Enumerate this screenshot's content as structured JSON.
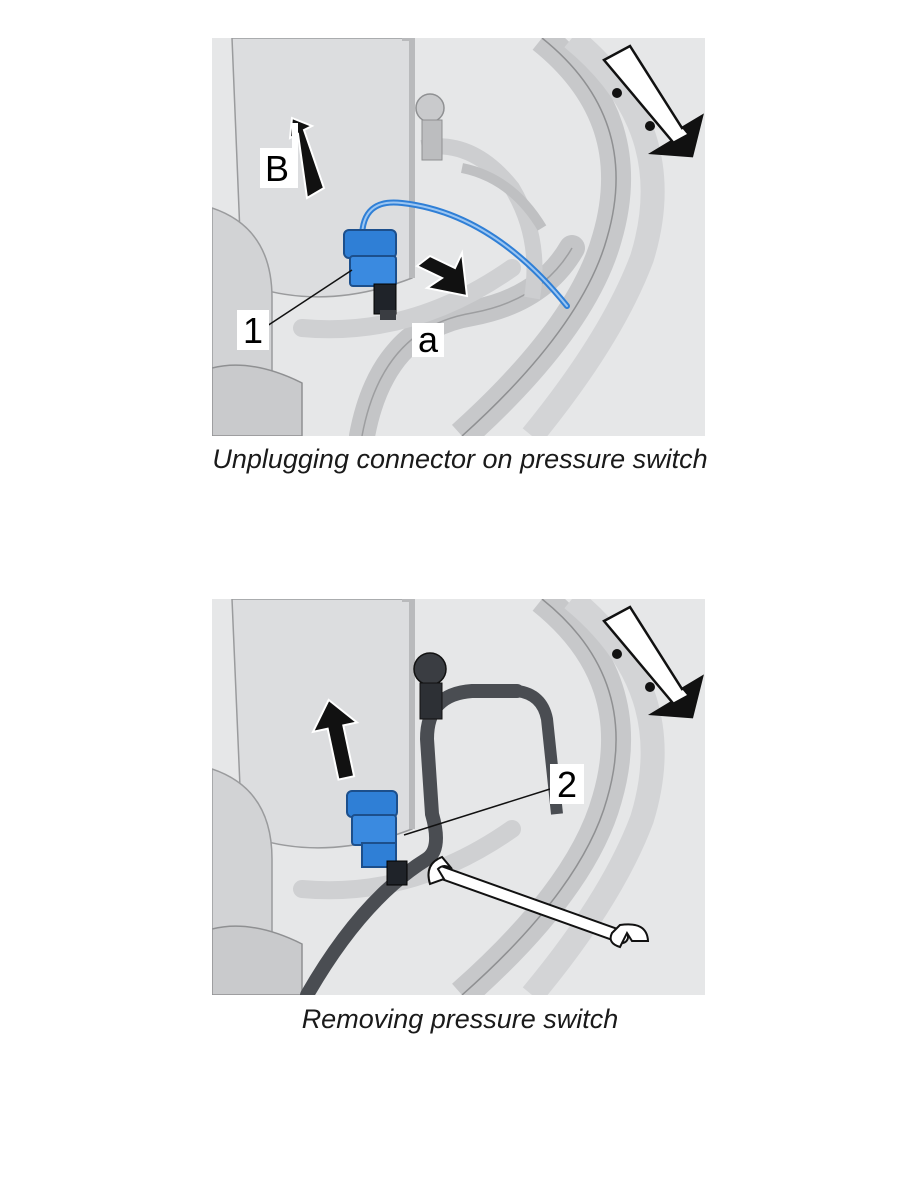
{
  "figures": [
    {
      "caption": "Unplugging connector on pressure switch",
      "callouts": {
        "b": "B",
        "one": "1",
        "a": "a"
      },
      "colors": {
        "component_blue": "#2f7fd6",
        "background_gray": "#e6e7e8"
      }
    },
    {
      "caption": "Removing pressure switch",
      "callouts": {
        "two": "2"
      },
      "colors": {
        "component_blue": "#2f7fd6",
        "background_gray": "#e6e7e8"
      }
    }
  ]
}
